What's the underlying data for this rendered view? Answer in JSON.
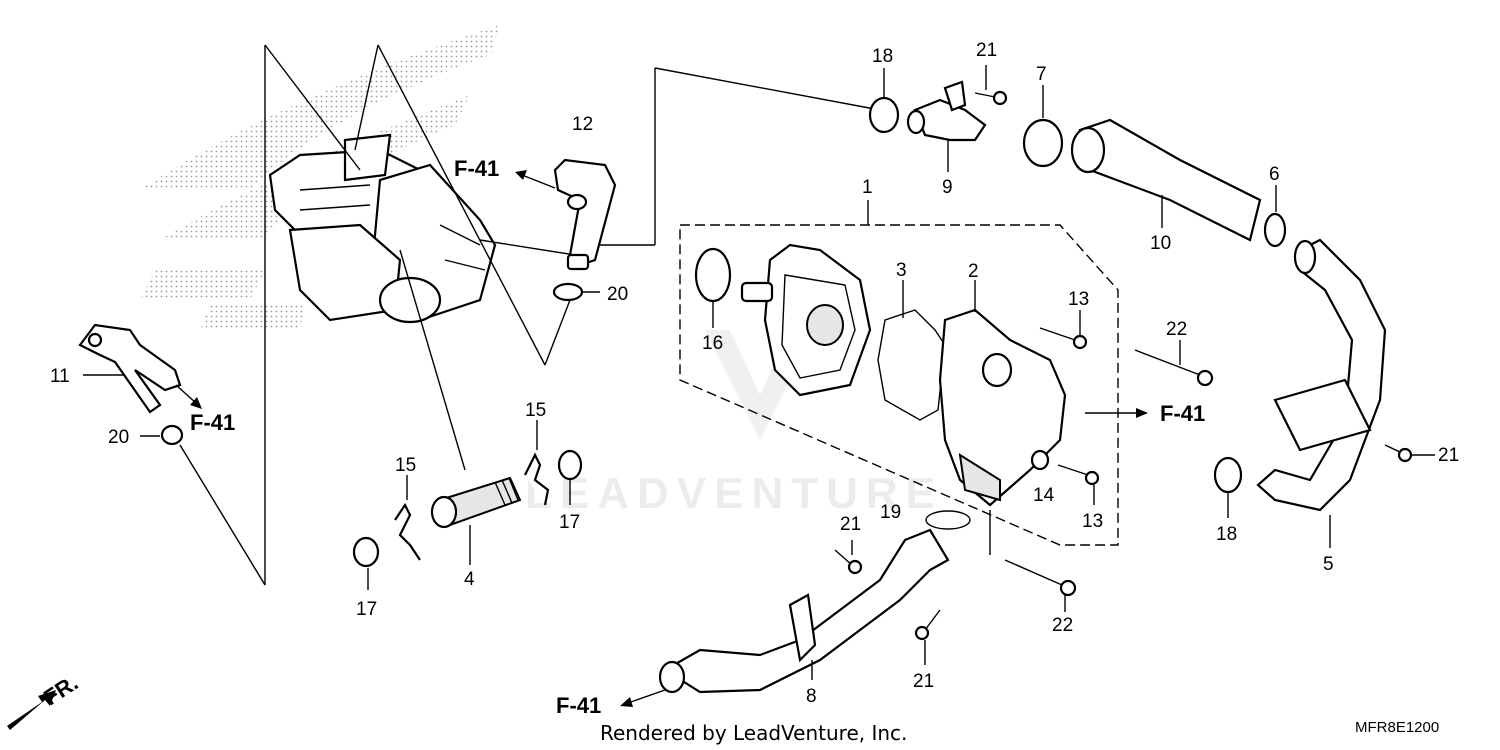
{
  "diagram": {
    "part_labels": [
      {
        "id": "lbl-1",
        "text": "1"
      },
      {
        "id": "lbl-2",
        "text": "2"
      },
      {
        "id": "lbl-3",
        "text": "3"
      },
      {
        "id": "lbl-4",
        "text": "4"
      },
      {
        "id": "lbl-5",
        "text": "5"
      },
      {
        "id": "lbl-6",
        "text": "6"
      },
      {
        "id": "lbl-7",
        "text": "7"
      },
      {
        "id": "lbl-8",
        "text": "8"
      },
      {
        "id": "lbl-9",
        "text": "9"
      },
      {
        "id": "lbl-10",
        "text": "10"
      },
      {
        "id": "lbl-11",
        "text": "11"
      },
      {
        "id": "lbl-12",
        "text": "12"
      },
      {
        "id": "lbl-13a",
        "text": "13"
      },
      {
        "id": "lbl-13b",
        "text": "13"
      },
      {
        "id": "lbl-14",
        "text": "14"
      },
      {
        "id": "lbl-15a",
        "text": "15"
      },
      {
        "id": "lbl-15b",
        "text": "15"
      },
      {
        "id": "lbl-16",
        "text": "16"
      },
      {
        "id": "lbl-17a",
        "text": "17"
      },
      {
        "id": "lbl-17b",
        "text": "17"
      },
      {
        "id": "lbl-18a",
        "text": "18"
      },
      {
        "id": "lbl-18b",
        "text": "18"
      },
      {
        "id": "lbl-19",
        "text": "19"
      },
      {
        "id": "lbl-20a",
        "text": "20"
      },
      {
        "id": "lbl-20b",
        "text": "20"
      },
      {
        "id": "lbl-21a",
        "text": "21"
      },
      {
        "id": "lbl-21b",
        "text": "21"
      },
      {
        "id": "lbl-21c",
        "text": "21"
      },
      {
        "id": "lbl-21d",
        "text": "21"
      },
      {
        "id": "lbl-22a",
        "text": "22"
      },
      {
        "id": "lbl-22b",
        "text": "22"
      }
    ],
    "reference_labels": [
      {
        "id": "ref-1",
        "text": "F-41"
      },
      {
        "id": "ref-2",
        "text": "F-41"
      },
      {
        "id": "ref-3",
        "text": "F-41"
      },
      {
        "id": "ref-4",
        "text": "F-41"
      }
    ],
    "direction_label": "FR.",
    "watermark": "LEADVENTURE",
    "footer": "Rendered by LeadVenture, Inc.",
    "diagram_code": "MFR8E1200"
  }
}
